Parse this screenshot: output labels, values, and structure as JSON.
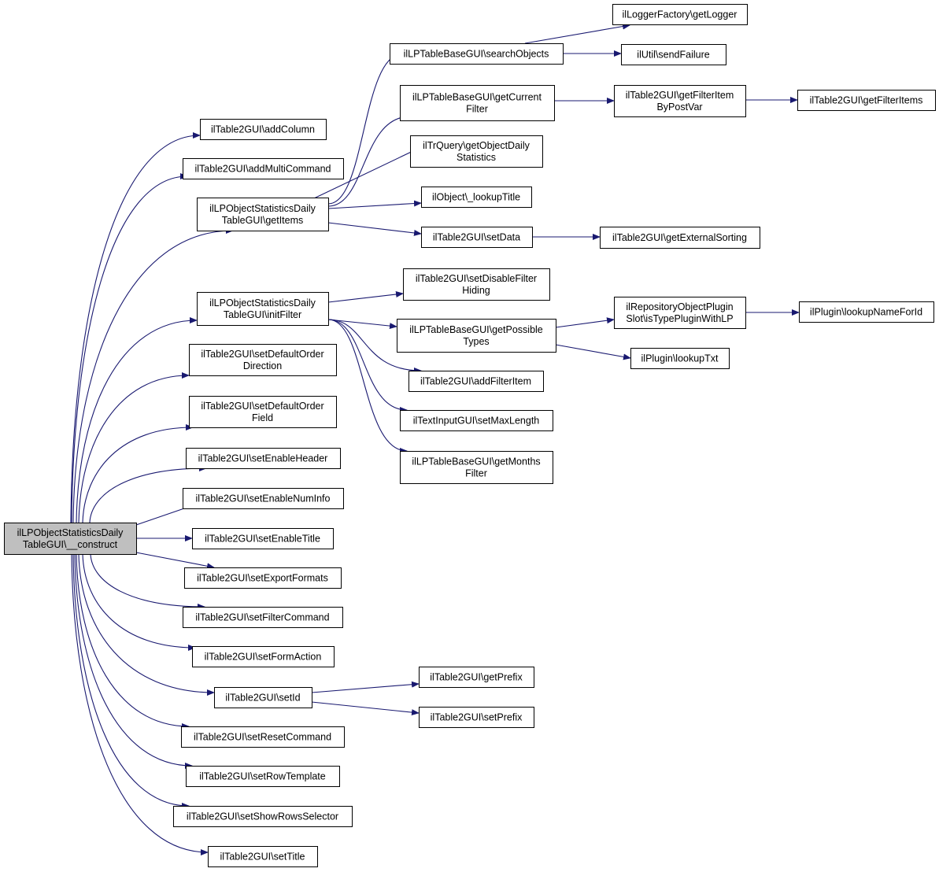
{
  "root": "root",
  "nodes": [
    {
      "id": "root",
      "lines": [
        "ilLPObjectStatisticsDaily",
        "TableGUI\\__construct"
      ],
      "highlight": true
    },
    {
      "id": "addColumn",
      "lines": [
        "ilTable2GUI\\addColumn"
      ]
    },
    {
      "id": "addMultiCommand",
      "lines": [
        "ilTable2GUI\\addMultiCommand"
      ]
    },
    {
      "id": "getItems",
      "lines": [
        "ilLPObjectStatisticsDaily",
        "TableGUI\\getItems"
      ]
    },
    {
      "id": "initFilter",
      "lines": [
        "ilLPObjectStatisticsDaily",
        "TableGUI\\initFilter"
      ]
    },
    {
      "id": "setDefaultOrderDirection",
      "lines": [
        "ilTable2GUI\\setDefaultOrder",
        "Direction"
      ]
    },
    {
      "id": "setDefaultOrderField",
      "lines": [
        "ilTable2GUI\\setDefaultOrder",
        "Field"
      ]
    },
    {
      "id": "setEnableHeader",
      "lines": [
        "ilTable2GUI\\setEnableHeader"
      ]
    },
    {
      "id": "setEnableNumInfo",
      "lines": [
        "ilTable2GUI\\setEnableNumInfo"
      ]
    },
    {
      "id": "setEnableTitle",
      "lines": [
        "ilTable2GUI\\setEnableTitle"
      ]
    },
    {
      "id": "setExportFormats",
      "lines": [
        "ilTable2GUI\\setExportFormats"
      ]
    },
    {
      "id": "setFilterCommand",
      "lines": [
        "ilTable2GUI\\setFilterCommand"
      ]
    },
    {
      "id": "setFormAction",
      "lines": [
        "ilTable2GUI\\setFormAction"
      ]
    },
    {
      "id": "setId",
      "lines": [
        "ilTable2GUI\\setId"
      ]
    },
    {
      "id": "setResetCommand",
      "lines": [
        "ilTable2GUI\\setResetCommand"
      ]
    },
    {
      "id": "setRowTemplate",
      "lines": [
        "ilTable2GUI\\setRowTemplate"
      ]
    },
    {
      "id": "setShowRowsSelector",
      "lines": [
        "ilTable2GUI\\setShowRowsSelector"
      ]
    },
    {
      "id": "setTitle",
      "lines": [
        "ilTable2GUI\\setTitle"
      ]
    },
    {
      "id": "searchObjects",
      "lines": [
        "ilLPTableBaseGUI\\searchObjects"
      ]
    },
    {
      "id": "getCurrentFilter",
      "lines": [
        "ilLPTableBaseGUI\\getCurrent",
        "Filter"
      ]
    },
    {
      "id": "getObjectDailyStatistics",
      "lines": [
        "ilTrQuery\\getObjectDaily",
        "Statistics"
      ]
    },
    {
      "id": "lookupTitle",
      "lines": [
        "ilObject\\_lookupTitle"
      ]
    },
    {
      "id": "setData",
      "lines": [
        "ilTable2GUI\\setData"
      ]
    },
    {
      "id": "setDisableFilterHiding",
      "lines": [
        "ilTable2GUI\\setDisableFilter",
        "Hiding"
      ]
    },
    {
      "id": "getPossibleTypes",
      "lines": [
        "ilLPTableBaseGUI\\getPossible",
        "Types"
      ]
    },
    {
      "id": "addFilterItem",
      "lines": [
        "ilTable2GUI\\addFilterItem"
      ]
    },
    {
      "id": "setMaxLength",
      "lines": [
        "ilTextInputGUI\\setMaxLength"
      ]
    },
    {
      "id": "getMonthsFilter",
      "lines": [
        "ilLPTableBaseGUI\\getMonths",
        "Filter"
      ]
    },
    {
      "id": "getPrefix",
      "lines": [
        "ilTable2GUI\\getPrefix"
      ]
    },
    {
      "id": "setPrefix",
      "lines": [
        "ilTable2GUI\\setPrefix"
      ]
    },
    {
      "id": "getLogger",
      "lines": [
        "ilLoggerFactory\\getLogger"
      ]
    },
    {
      "id": "sendFailure",
      "lines": [
        "ilUtil\\sendFailure"
      ]
    },
    {
      "id": "getFilterItemByPostVar",
      "lines": [
        "ilTable2GUI\\getFilterItem",
        "ByPostVar"
      ]
    },
    {
      "id": "getExternalSorting",
      "lines": [
        "ilTable2GUI\\getExternalSorting"
      ]
    },
    {
      "id": "isTypePluginWithLP",
      "lines": [
        "ilRepositoryObjectPlugin",
        "Slot\\isTypePluginWithLP"
      ]
    },
    {
      "id": "lookupTxt",
      "lines": [
        "ilPlugin\\lookupTxt"
      ]
    },
    {
      "id": "getFilterItems",
      "lines": [
        "ilTable2GUI\\getFilterItems"
      ]
    },
    {
      "id": "lookupNameForId",
      "lines": [
        "ilPlugin\\lookupNameForId"
      ]
    }
  ],
  "edges": [
    [
      "root",
      "addColumn"
    ],
    [
      "root",
      "addMultiCommand"
    ],
    [
      "root",
      "getItems"
    ],
    [
      "root",
      "initFilter"
    ],
    [
      "root",
      "setDefaultOrderDirection"
    ],
    [
      "root",
      "setDefaultOrderField"
    ],
    [
      "root",
      "setEnableHeader"
    ],
    [
      "root",
      "setEnableNumInfo"
    ],
    [
      "root",
      "setEnableTitle"
    ],
    [
      "root",
      "setExportFormats"
    ],
    [
      "root",
      "setFilterCommand"
    ],
    [
      "root",
      "setFormAction"
    ],
    [
      "root",
      "setId"
    ],
    [
      "root",
      "setResetCommand"
    ],
    [
      "root",
      "setRowTemplate"
    ],
    [
      "root",
      "setShowRowsSelector"
    ],
    [
      "root",
      "setTitle"
    ],
    [
      "getItems",
      "searchObjects"
    ],
    [
      "getItems",
      "getCurrentFilter"
    ],
    [
      "getItems",
      "getObjectDailyStatistics"
    ],
    [
      "getItems",
      "lookupTitle"
    ],
    [
      "getItems",
      "setData"
    ],
    [
      "initFilter",
      "setDisableFilterHiding"
    ],
    [
      "initFilter",
      "getPossibleTypes"
    ],
    [
      "initFilter",
      "addFilterItem"
    ],
    [
      "initFilter",
      "setMaxLength"
    ],
    [
      "initFilter",
      "getMonthsFilter"
    ],
    [
      "setId",
      "getPrefix"
    ],
    [
      "setId",
      "setPrefix"
    ],
    [
      "searchObjects",
      "getLogger"
    ],
    [
      "searchObjects",
      "sendFailure"
    ],
    [
      "getCurrentFilter",
      "getFilterItemByPostVar"
    ],
    [
      "getFilterItemByPostVar",
      "getFilterItems"
    ],
    [
      "setData",
      "getExternalSorting"
    ],
    [
      "getPossibleTypes",
      "isTypePluginWithLP"
    ],
    [
      "getPossibleTypes",
      "lookupTxt"
    ],
    [
      "isTypePluginWithLP",
      "lookupNameForId"
    ]
  ],
  "colors": {
    "edge": "#191970",
    "node_border": "#000000",
    "node_fill": "#ffffff",
    "highlight_fill": "#bfbfbf"
  }
}
